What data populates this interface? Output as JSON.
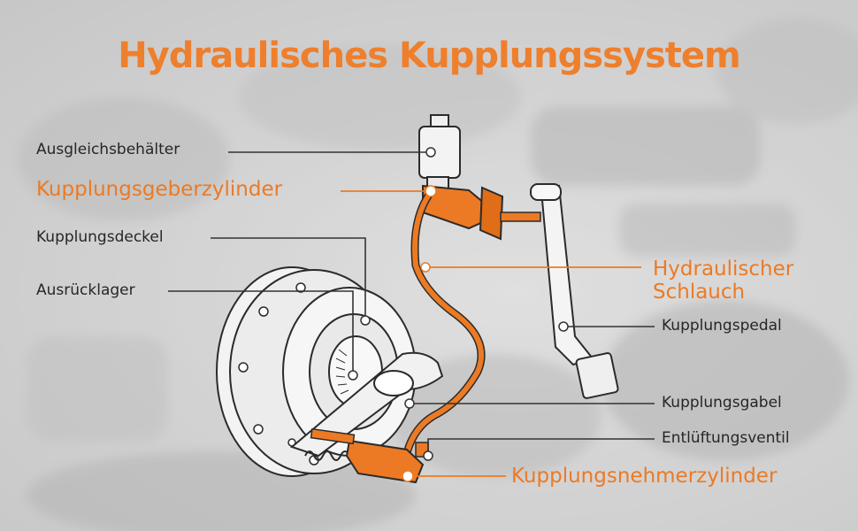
{
  "title": "Hydraulisches Kupplungssystem",
  "colors": {
    "accent": "#ec7a24",
    "text": "#262626",
    "line": "#333333"
  },
  "labels": {
    "ausgleichsbehaelter": "Ausgleichsbehälter",
    "geberzylinder": "Kupplungsgeberzylinder",
    "kupplungsdeckel": "Kupplungsdeckel",
    "ausruecklager": "Ausrücklager",
    "schlauch_line1": "Hydraulischer",
    "schlauch_line2": "Schlauch",
    "kupplungspedal": "Kupplungspedal",
    "kupplungsgabel": "Kupplungsgabel",
    "entlueftungsventil": "Entlüftungsventil",
    "nehmerzylinder": "Kupplungsnehmerzylinder"
  }
}
